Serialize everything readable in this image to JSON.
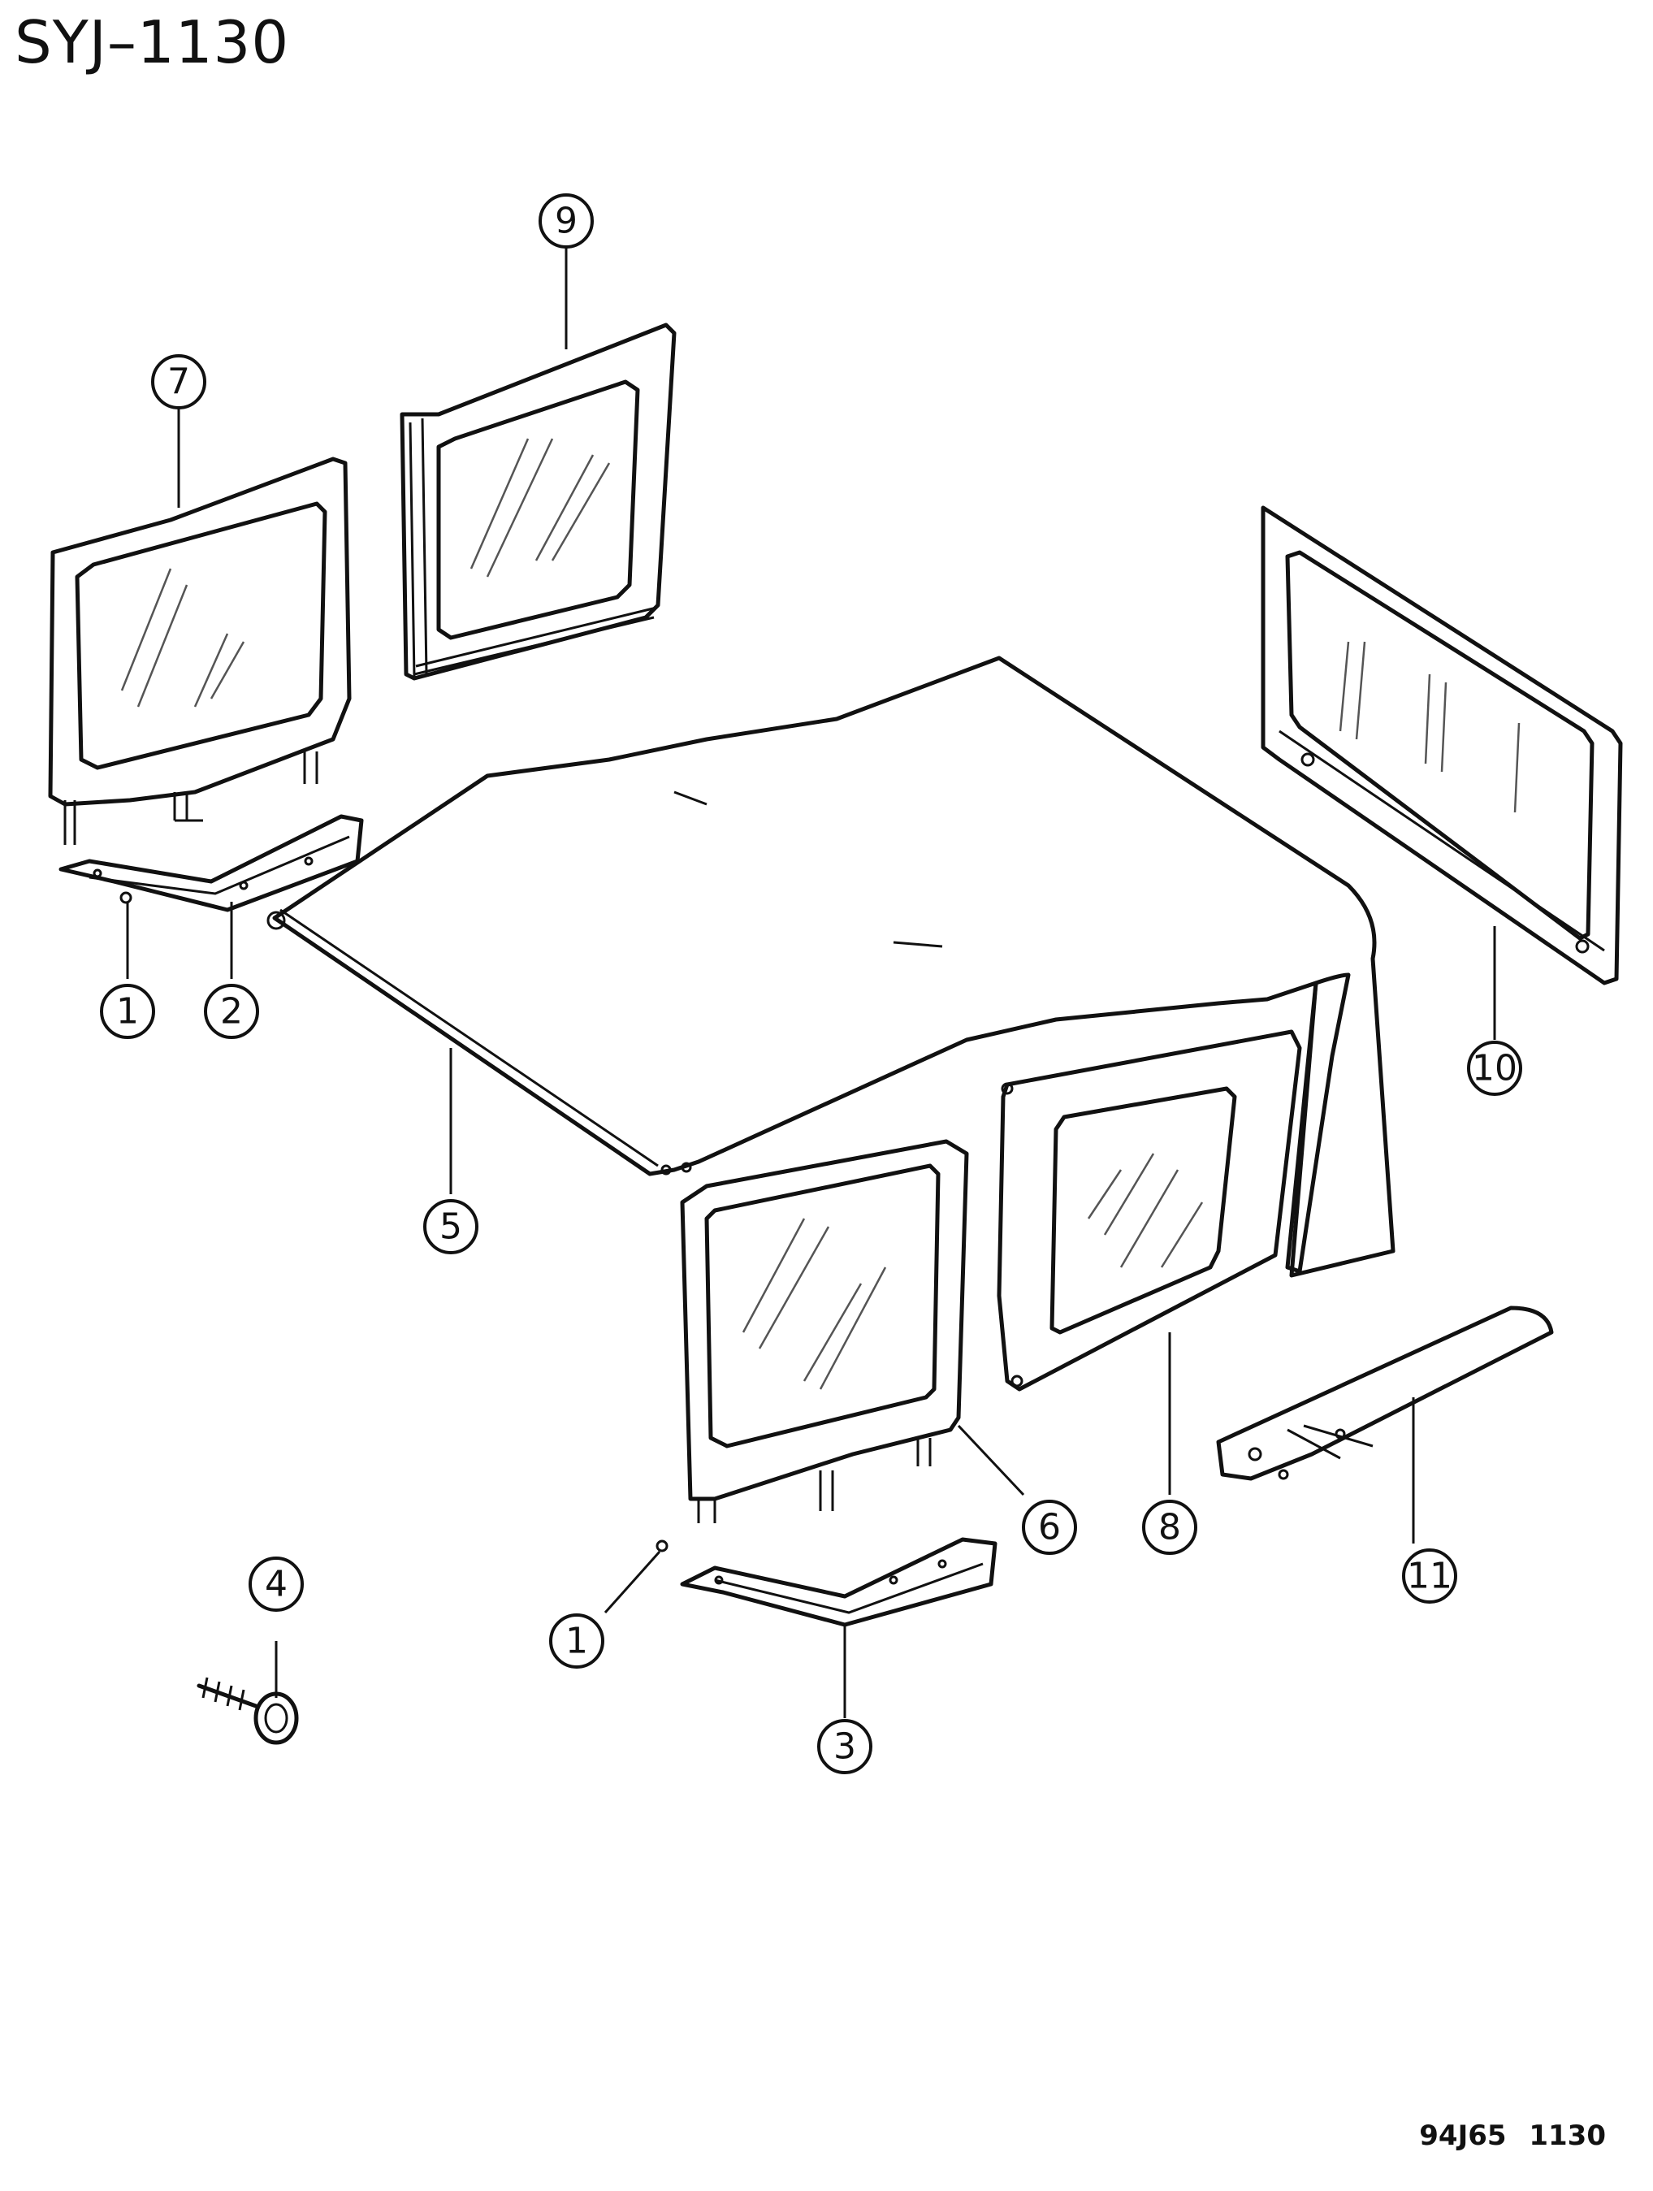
{
  "title": "SYJ–1130",
  "code": "94J65 1130",
  "callouts": [
    "1",
    "1",
    "2",
    "3",
    "4",
    "5",
    "6",
    "7",
    "8",
    "9",
    "10",
    "11"
  ]
}
